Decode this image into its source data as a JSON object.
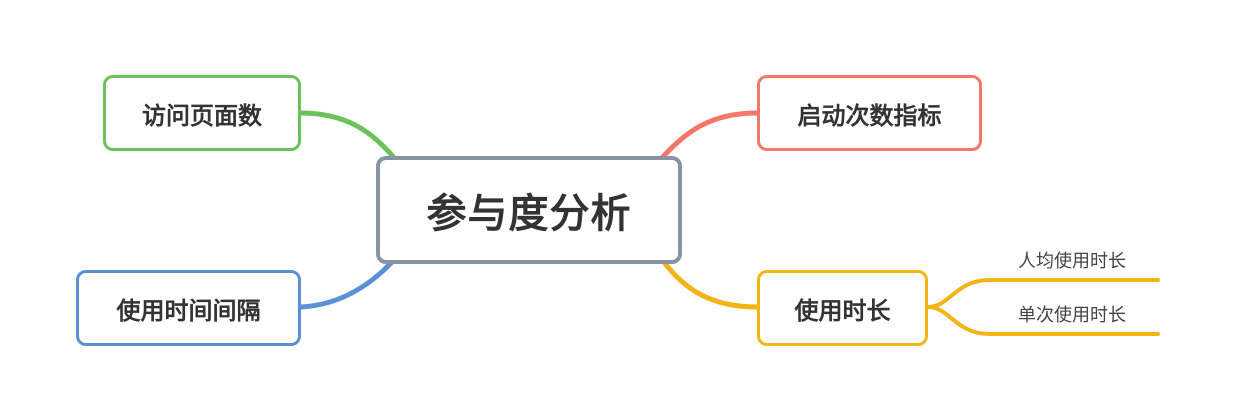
{
  "central": {
    "label": "参与度分析",
    "color": "#8a93a6"
  },
  "branches": [
    {
      "label": "访问页面数",
      "color": "#6cc25a"
    },
    {
      "label": "使用时间间隔",
      "color": "#5b8fd6"
    },
    {
      "label": "启动次数指标",
      "color": "#f5776a"
    },
    {
      "label": "使用时长",
      "color": "#f5b316",
      "children": [
        "人均使用时长",
        "单次使用时长"
      ]
    }
  ]
}
